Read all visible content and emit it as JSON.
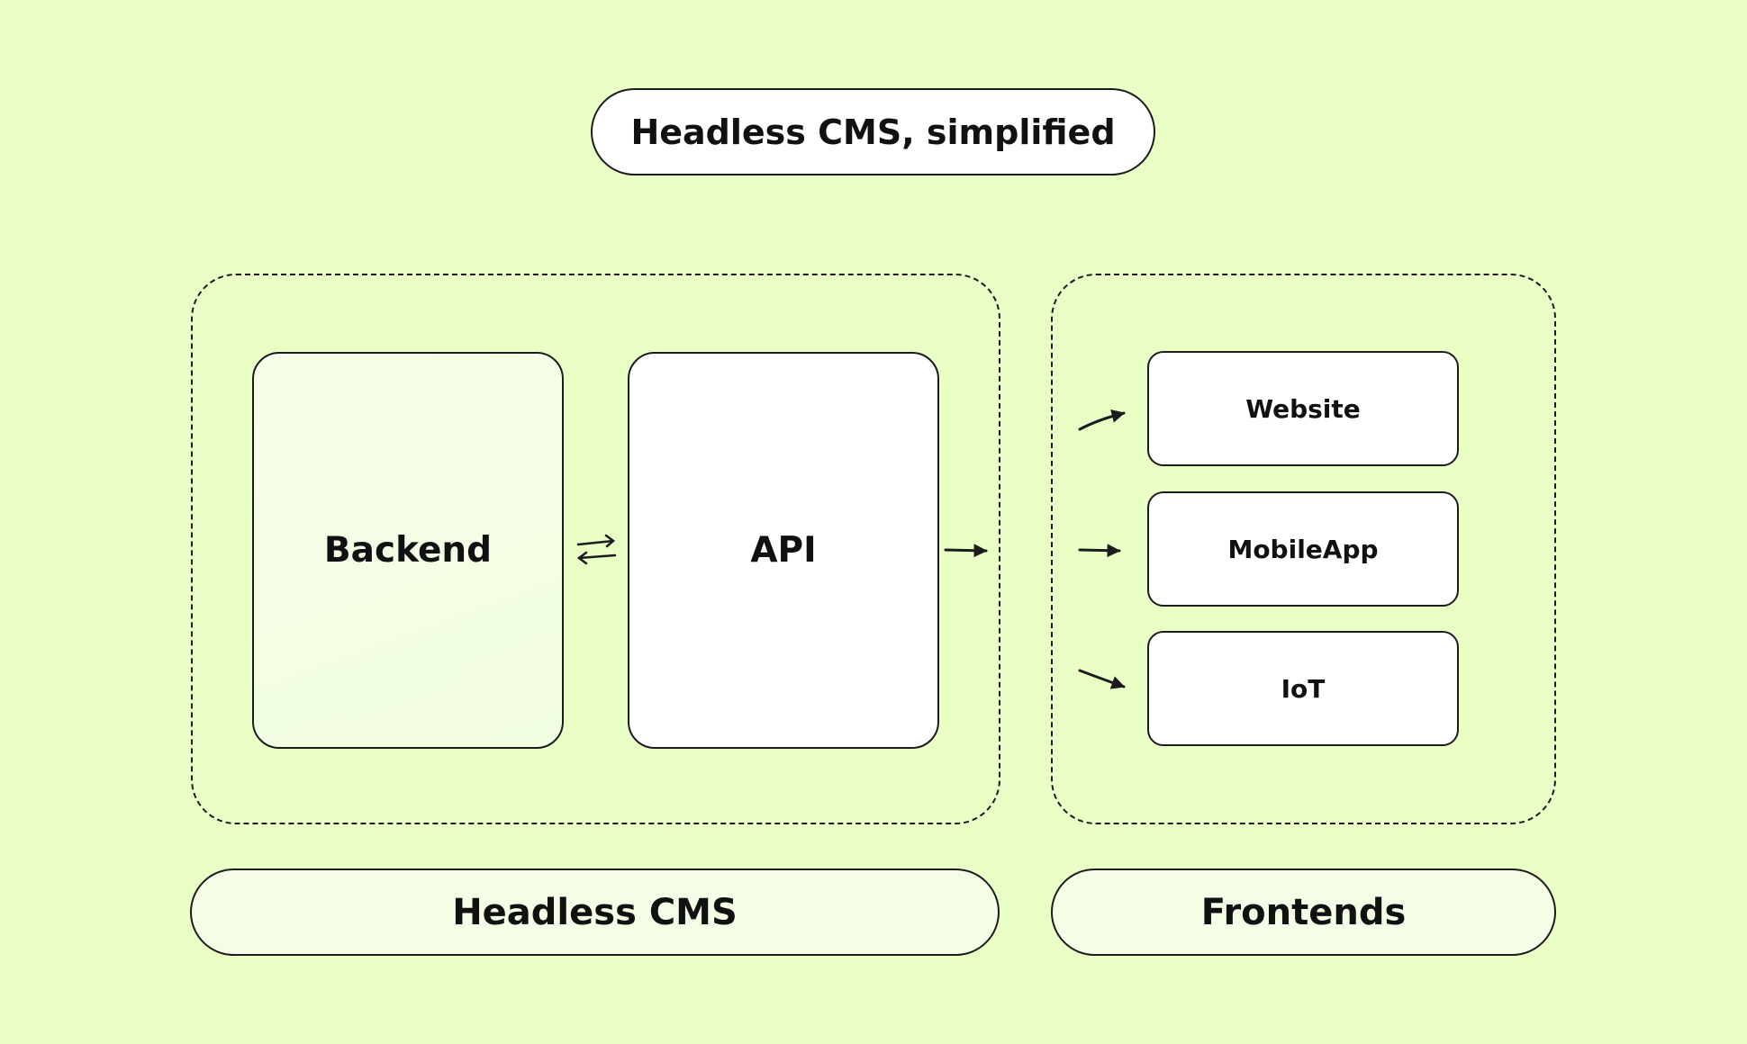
{
  "title": "Headless CMS, simplified",
  "groups": {
    "cms": {
      "label": "Headless CMS",
      "backend": "Backend",
      "api": "API"
    },
    "frontends": {
      "label": "Frontends",
      "items": [
        "Website",
        "MobileApp",
        "IoT"
      ]
    }
  },
  "colors": {
    "background": "#e9ffc6",
    "box_fill": "#ffffff",
    "soft_fill": "#f4fde6",
    "stroke": "#1c1c1c"
  }
}
